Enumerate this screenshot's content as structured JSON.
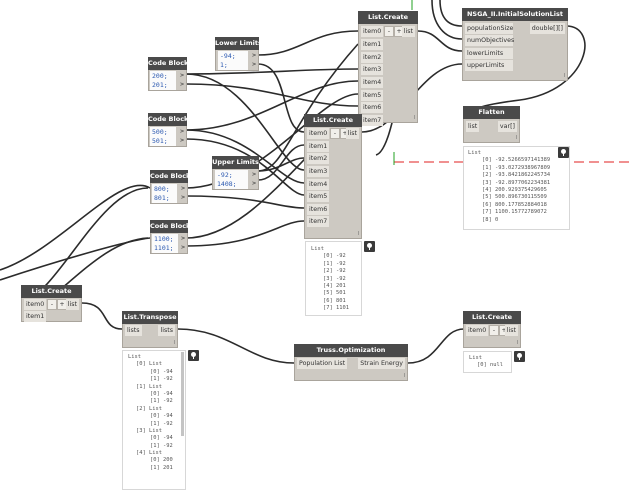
{
  "nodes": {
    "lower_limits": {
      "title": "Lower Limits",
      "lines": [
        "-94;",
        "1;"
      ],
      "out": ">"
    },
    "upper_limits": {
      "title": "Upper Limits",
      "lines": [
        "-92;",
        "1408;"
      ],
      "out": ">"
    },
    "cb1": {
      "title": "Code Block",
      "lines": [
        "200;",
        "201;"
      ],
      "out": ">"
    },
    "cb2": {
      "title": "Code Block",
      "lines": [
        "500;",
        "501;"
      ],
      "out": ">"
    },
    "cb3": {
      "title": "Code Block",
      "lines": [
        "800;",
        "801;"
      ],
      "out": ">"
    },
    "cb4": {
      "title": "Code Block",
      "lines": [
        "1100;",
        "1101;"
      ],
      "out": ">"
    },
    "list_create_top": {
      "title": "List.Create",
      "inputs": [
        "item0",
        "item1",
        "item2",
        "item3",
        "item4",
        "item5",
        "item6",
        "item7"
      ],
      "output": "list"
    },
    "list_create_mid": {
      "title": "List.Create",
      "inputs": [
        "item0",
        "item1",
        "item2",
        "item3",
        "item4",
        "item5",
        "item6",
        "item7"
      ],
      "output": "list"
    },
    "list_create_left": {
      "title": "List.Create",
      "inputs": [
        "item0",
        "item1"
      ],
      "output": "list"
    },
    "list_create_right": {
      "title": "List.Create",
      "inputs": [
        "item0"
      ],
      "output": "list"
    },
    "nsga": {
      "title": "NSGA_II.InitialSolutionList",
      "inputs": [
        "populationSize",
        "numObjectives",
        "lowerLimits",
        "upperLimits"
      ],
      "output": "double[][]"
    },
    "flatten": {
      "title": "Flatten",
      "input": "list",
      "output": "var[]"
    },
    "transpose": {
      "title": "List.Transpose",
      "input": "lists",
      "output": "lists"
    },
    "truss": {
      "title": "Truss.Optimization",
      "input": "Population List",
      "output": "Strain Energy"
    }
  },
  "buttons": {
    "minus": "-",
    "plus": "+",
    "lacing": "l"
  },
  "previews": {
    "flatten": [
      "List",
      "[0] -92.5266597141389",
      "[1] -93.0272938967809",
      "[2] -93.8421862245734",
      "[3] -92.8977062234381",
      "[4] 200.929375429605",
      "[5] 500.896730115509",
      "[6] 800.177852884018",
      "[7] 1100.15772789072",
      "[8] 0"
    ],
    "mid": [
      "List",
      "[0] -92",
      "[1] -92",
      "[2] -92",
      "[3] -92",
      "[4] 201",
      "[5] 501",
      "[6] 801",
      "[7] 1101"
    ],
    "transpose": [
      "List",
      "[0] List",
      "[0] -94",
      "[1] -92",
      "[1] List",
      "[0] -94",
      "[1] -92",
      "[2] List",
      "[0] -94",
      "[1] -92",
      "[3] List",
      "[0] -94",
      "[1] -92",
      "[4] List",
      "[0] 200",
      "[1] 201"
    ],
    "right": [
      "List",
      "[0] null"
    ]
  },
  "colors": {
    "wire": "#2b2b2b",
    "node_title": "#4a4a4a",
    "node_body": "#cdc9c2",
    "axis_red": "#e02020",
    "axis_green": "#20a020",
    "code_text": "#2a58b0"
  }
}
